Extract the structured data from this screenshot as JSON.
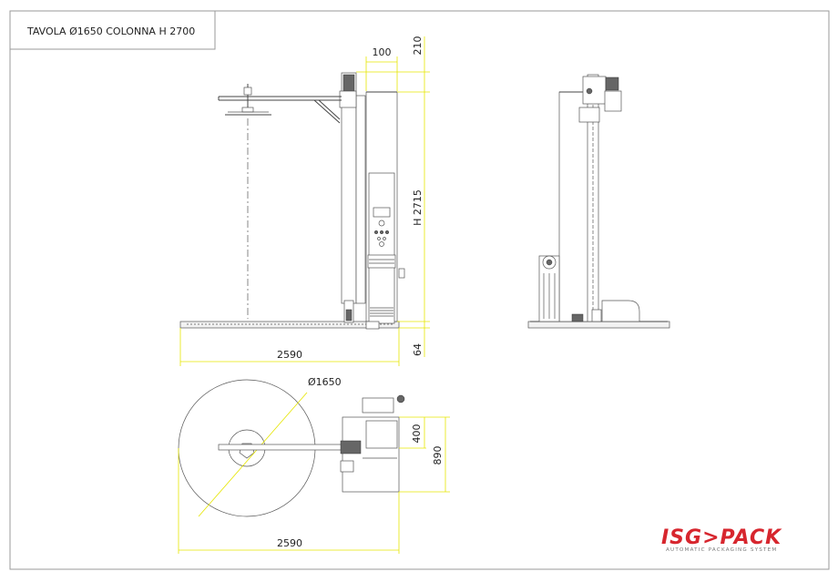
{
  "title_block": {
    "title": "TAVOLA Ø1650 COLONNA H 2700"
  },
  "dimensions": {
    "top_offset": "210",
    "column_width": "100",
    "column_height": "H 2715",
    "base_height": "64",
    "side_width": "2590",
    "plan_diameter": "Ø1650",
    "plan_column_depth": "400",
    "plan_depth": "890",
    "plan_width": "2590"
  },
  "logo": {
    "brand": "ISG>PACK",
    "tagline": "AUTOMATIC PACKAGING SYSTEM"
  },
  "colors": {
    "dimension_line": "#e6e600",
    "brand_red": "#d7262e",
    "brand_grey": "#7a7a7a",
    "frame": "#9a9a9a"
  }
}
